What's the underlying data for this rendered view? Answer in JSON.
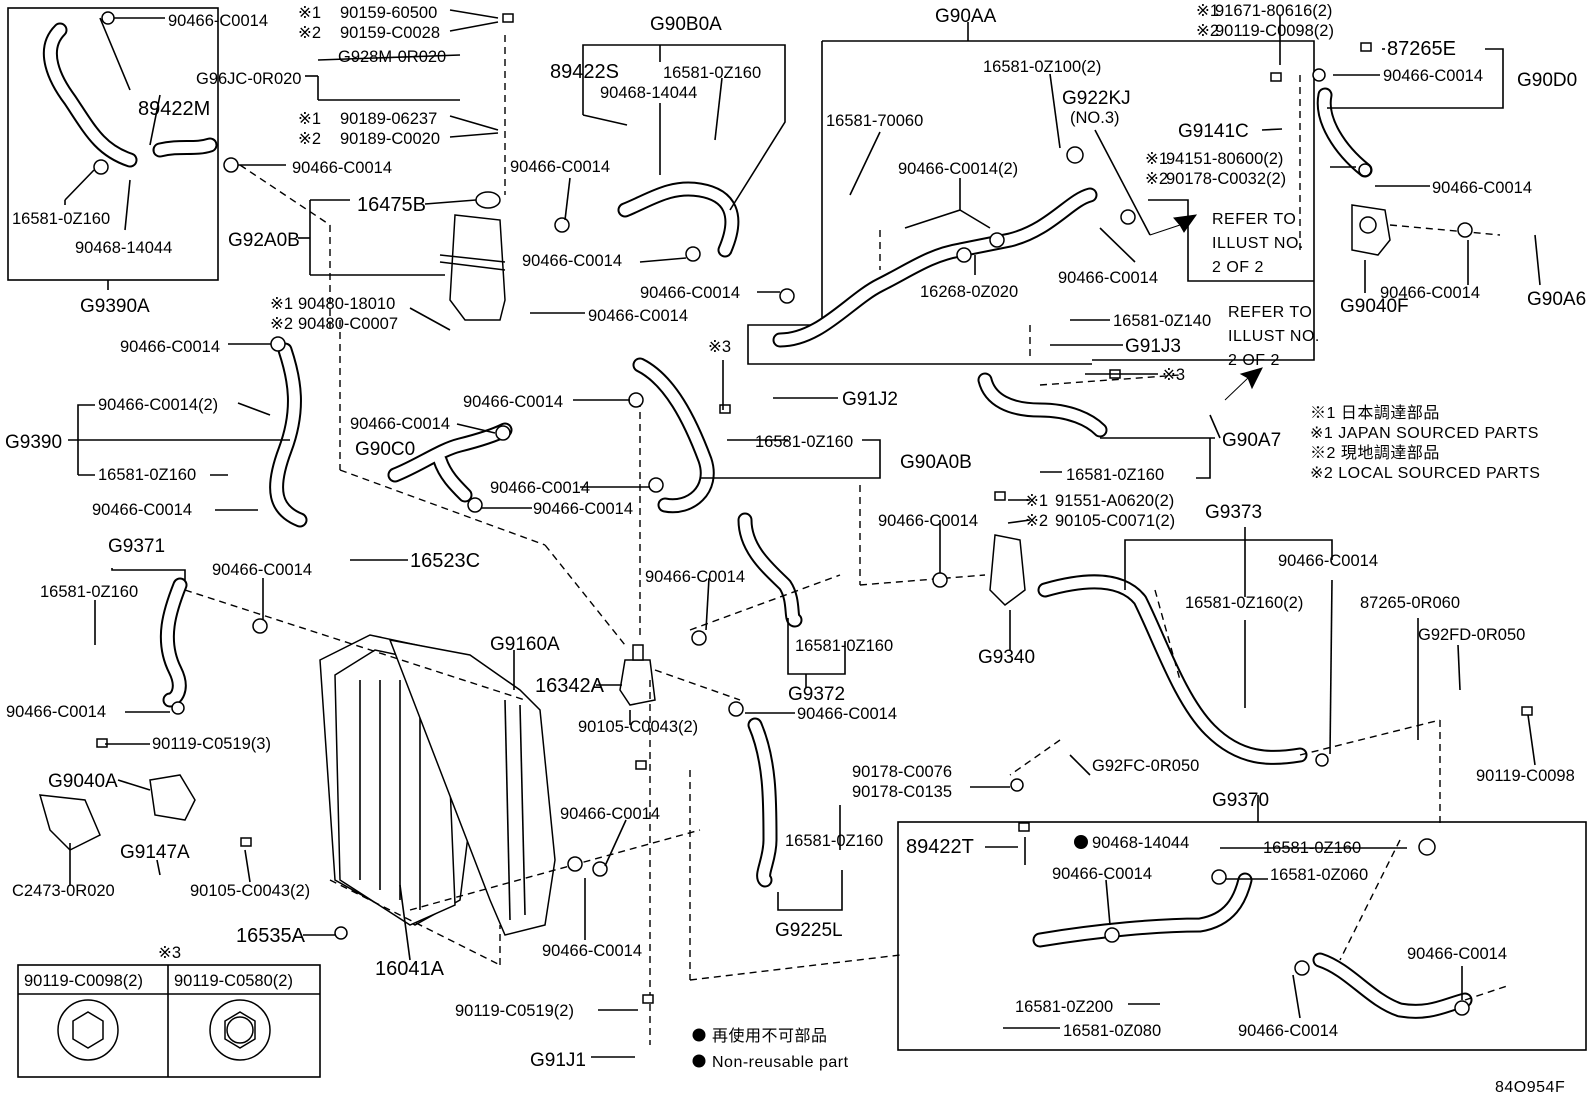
{
  "diagram_id": "84O954F",
  "parts": {
    "p_90466_c0014": "90466-C0014",
    "p_90466_c0014_2": "90466-C0014(2)",
    "p_16581_0z160": "16581-0Z160",
    "p_16581_0z160_2": "16581-0Z160(2)",
    "p_89422m": "89422M",
    "p_90468_14044": "90468-14044",
    "p_g9390a": "G9390A",
    "p_90159_60500": "90159-60500",
    "p_90159_c0028": "90159-C0028",
    "p_g928m": "G928M-0R020",
    "p_g96jc": "G96JC-0R020",
    "p_90189_06237": "90189-06237",
    "p_90189_c0020": "90189-C0020",
    "p_16475b": "16475B",
    "p_g92a0b": "G92A0B",
    "p_90480_18010": "90480-18010",
    "p_90480_c0007": "90480-C0007",
    "p_g90b0a": "G90B0A",
    "p_89422s": "89422S",
    "p_g90aa": "G90AA",
    "p_16581_0z100_2": "16581-0Z100(2)",
    "p_16581_70060": "16581-70060",
    "p_g922kj": "G922KJ",
    "p_no3": "(NO.3)",
    "p_16268_0z020": "16268-0Z020",
    "p_91671_80616": "91671-80616(2)",
    "p_90119_c0098_2": "90119-C0098(2)",
    "p_87265e": "87265E",
    "p_g90d0": "G90D0",
    "p_g9141c": "G9141C",
    "p_94151_80600": "94151-80600(2)",
    "p_90178_c0032": "90178-C0032(2)",
    "p_g9040f": "G9040F",
    "p_g90a6": "G90A6",
    "p_16581_0z140": "16581-0Z140",
    "p_g91j3": "G91J3",
    "p_g90a7": "G90A7",
    "p_g9390": "G9390",
    "p_g91j2": "G91J2",
    "p_g90c0": "G90C0",
    "p_g90a0b": "G90A0B",
    "p_16523c": "16523C",
    "p_g9371": "G9371",
    "p_91551_a0620": "91551-A0620(2)",
    "p_90105_c0071": "90105-C0071(2)",
    "p_g9373": "G9373",
    "p_g9340": "G9340",
    "p_87265_0r060": "87265-0R060",
    "p_g92fd": "G92FD-0R050",
    "p_g9160a": "G9160A",
    "p_16342a": "16342A",
    "p_g9372": "G9372",
    "p_90105_c0043_2": "90105-C0043(2)",
    "p_90119_c0519_3": "90119-C0519(3)",
    "p_g9040a": "G9040A",
    "p_g9147a": "G9147A",
    "p_90105_c0043_2b": "90105-C0043(2)",
    "p_c2473": "C2473-0R020",
    "p_16535a": "16535A",
    "p_16041a": "16041A",
    "p_g92fc": "G92FC-0R050",
    "p_90178_c0076": "90178-C0076",
    "p_90178_c0135": "90178-C0135",
    "p_g9370": "G9370",
    "p_90119_c0098": "90119-C0098",
    "p_89422t": "89422T",
    "p_16581_0z060": "16581-0Z060",
    "p_g9225l": "G9225L",
    "p_90119_c0519_2": "90119-C0519(2)",
    "p_g91j1": "G91J1",
    "p_16581_0z200": "16581-0Z200",
    "p_16581_0z080": "16581-0Z080",
    "p_90119_c0580_2": "90119-C0580(2)"
  },
  "marks": {
    "m1": "※1",
    "m2": "※2",
    "m3": "※3"
  },
  "refer": {
    "line1": "REFER TO",
    "line2": "ILLUST NO.",
    "line3": "2 OF 2"
  },
  "legend_notes": {
    "n1_jp": "※1 日本調達部品",
    "n1_en": "※1 JAPAN SOURCED PARTS",
    "n2_jp": "※2 現地調達部品",
    "n2_en": "※2 LOCAL SOURCED PARTS"
  },
  "nonreusable": {
    "jp": "再使用不可部品",
    "en": "Non-reusable part"
  },
  "bolt_table": {
    "mark": "※3",
    "col1": "90119-C0098(2)",
    "col2": "90119-C0580(2)"
  }
}
